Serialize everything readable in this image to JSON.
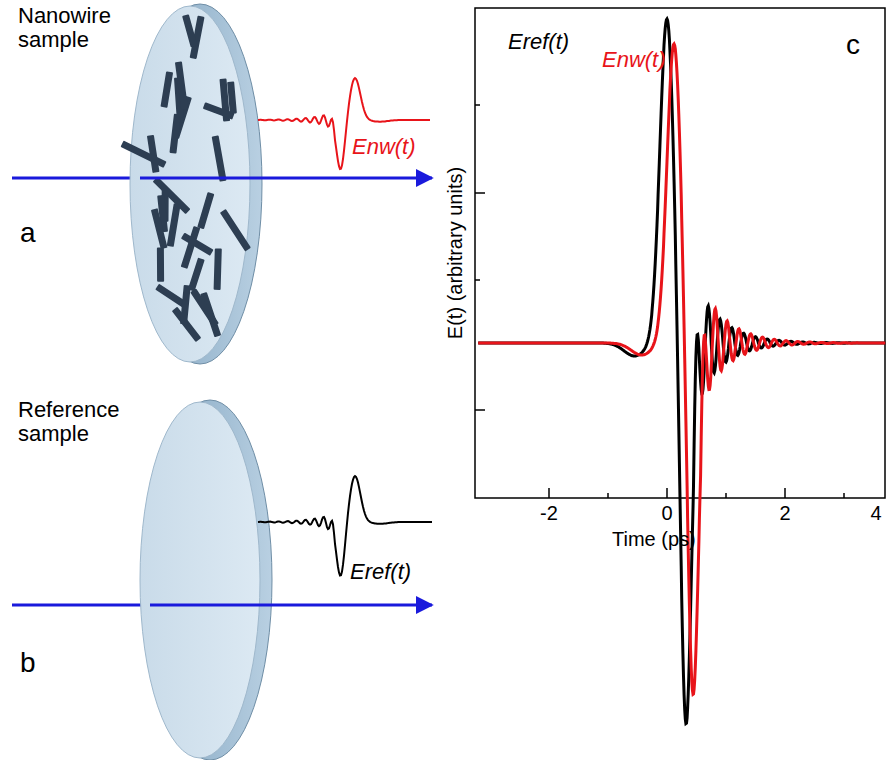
{
  "diagram": {
    "labels": [
      "Nanowire sample",
      "a",
      "Enw(t)",
      "Reference sample",
      "b",
      "Eref(t)",
      "c",
      "Eref(t)",
      "Enw(t)",
      "E(t) (arbitrary units)",
      "Time (ps)",
      "-2",
      "0",
      "2",
      "4"
    ]
  }
}
